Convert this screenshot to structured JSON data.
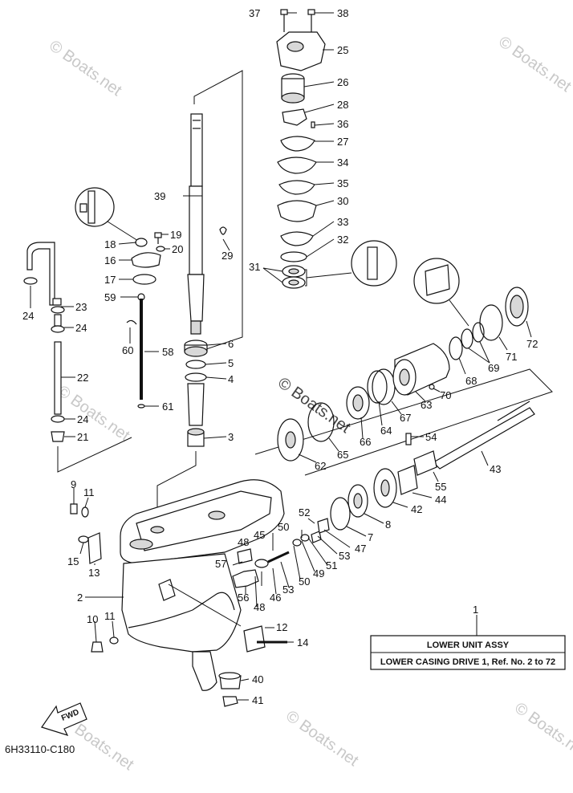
{
  "assembly_box": {
    "ref_number": "1",
    "title": "LOWER UNIT ASSY",
    "subtitle": "LOWER CASING DRIVE 1,  Ref. No. 2 to 72"
  },
  "diagram_code": "6H33110-C180",
  "fwd_label": "FWD",
  "watermark": "© Boats.net",
  "part_labels": [
    "1",
    "2",
    "3",
    "4",
    "5",
    "6",
    "7",
    "8",
    "9",
    "10",
    "11",
    "11",
    "12",
    "13",
    "14",
    "15",
    "16",
    "17",
    "18",
    "19",
    "20",
    "21",
    "22",
    "23",
    "24",
    "24",
    "24",
    "25",
    "26",
    "27",
    "28",
    "29",
    "30",
    "31",
    "32",
    "33",
    "34",
    "35",
    "36",
    "37",
    "38",
    "39",
    "40",
    "41",
    "42",
    "43",
    "44",
    "45",
    "46",
    "47",
    "48",
    "48",
    "49",
    "50",
    "50",
    "51",
    "52",
    "53",
    "53",
    "54",
    "55",
    "56",
    "57",
    "58",
    "59",
    "60",
    "61",
    "62",
    "63",
    "64",
    "65",
    "66",
    "67",
    "68",
    "69",
    "70",
    "71",
    "72"
  ]
}
